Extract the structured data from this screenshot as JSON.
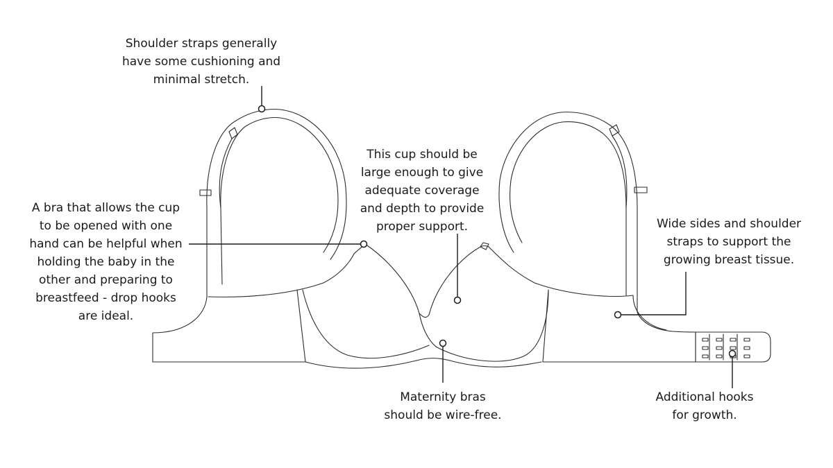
{
  "callouts": {
    "shoulder_straps": [
      "Shoulder straps generally",
      "have some cushioning and",
      "minimal stretch."
    ],
    "opening_cup": [
      "A bra that allows the cup",
      "to be opened with one",
      "hand can be helpful when",
      "holding the baby in the",
      "other and preparing to",
      "breastfeed - drop hooks",
      "are ideal."
    ],
    "cup_size": [
      "This cup should be",
      "large enough to give",
      "adequate coverage",
      "and depth to provide",
      "proper support."
    ],
    "wide_sides": [
      "Wide sides and shoulder",
      "straps to support the",
      "growing breast tissue."
    ],
    "wire_free": [
      "Maternity bras",
      "should be wire-free."
    ],
    "hooks": [
      "Additional hooks",
      "for growth."
    ]
  },
  "colors": {
    "outline": "#2b2b2b",
    "text": "#1a1a1a",
    "background": "#ffffff"
  }
}
